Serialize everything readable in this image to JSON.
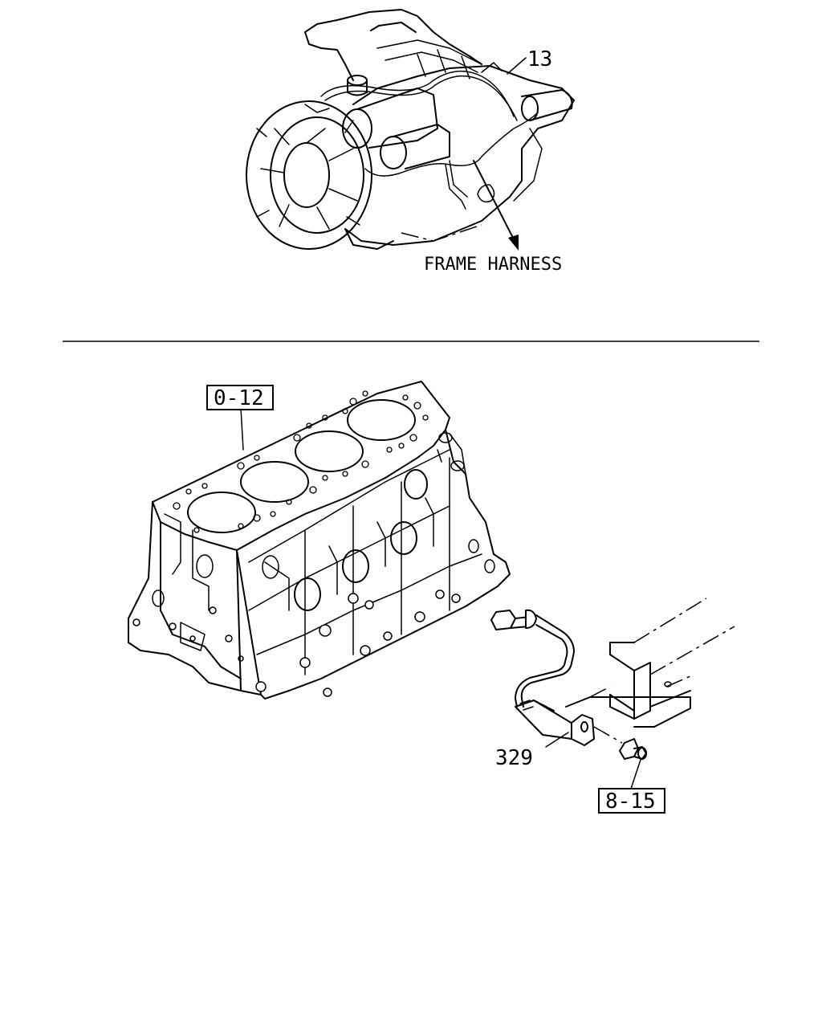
{
  "labels": {
    "part_13": "13",
    "frame_harness": "FRAME HARNESS",
    "ref_0_12": "0-12",
    "part_329": "329",
    "ref_8_15": "8-15"
  },
  "colors": {
    "line": "#000000",
    "background": "#ffffff"
  }
}
